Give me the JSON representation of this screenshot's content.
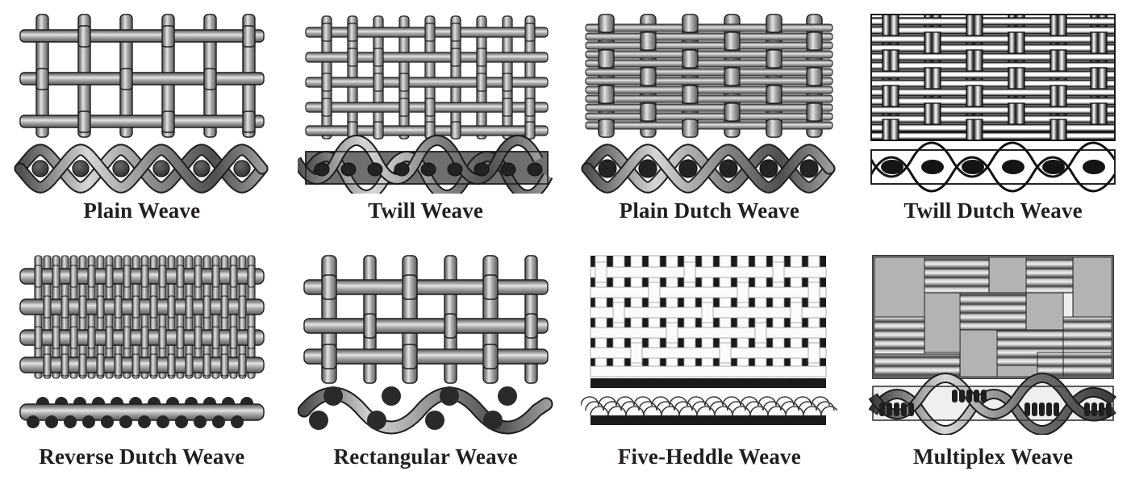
{
  "figure": {
    "kind": "wire-mesh-weave-type-chart",
    "columns": 4,
    "rows": 2,
    "background_color": "#ffffff",
    "caption_color": "#231f20",
    "wire_light_color": "#e9e9e9",
    "wire_mid_color": "#9a9a9a",
    "wire_dark_color": "#4a4a4a",
    "outline_color": "#1a1a1a",
    "knuckle_color": "#2b2b2b"
  },
  "panels": [
    {
      "id": "plain-weave",
      "label": "Plain Weave",
      "row": 1,
      "column": 1,
      "mesh": {
        "style": "shaded-round-wire",
        "warp_count": 6,
        "weft_count": 3,
        "pattern": "over-1-under-1",
        "warp_thick": true,
        "weft_thick": true
      },
      "cross_section": {
        "style": "double-sine-crossing",
        "crossings": 6,
        "knuckles": 6
      }
    },
    {
      "id": "twill-weave",
      "label": "Twill Weave",
      "row": 1,
      "column": 2,
      "mesh": {
        "style": "shaded-round-wire",
        "warp_count": 9,
        "weft_count": 5,
        "pattern": "over-2-under-2-diagonal",
        "warp_thick": false,
        "weft_thick": false
      },
      "cross_section": {
        "style": "twill-braid",
        "crossings": 9,
        "knuckles": 9
      }
    },
    {
      "id": "plain-dutch-weave",
      "label": "Plain Dutch Weave",
      "row": 1,
      "column": 3,
      "mesh": {
        "style": "shaded-round-wire",
        "warp_count": 6,
        "weft_count": 13,
        "pattern": "dense-weft-over-1-under-1",
        "warp_thick": true,
        "weft_thick": false
      },
      "cross_section": {
        "style": "double-sine-crossing",
        "crossings": 6,
        "knuckles": 6
      }
    },
    {
      "id": "twill-dutch-weave",
      "label": "Twill Dutch Weave",
      "row": 1,
      "column": 4,
      "mesh": {
        "style": "line-art-high-contrast",
        "warp_count": 6,
        "weft_count": 14,
        "pattern": "twill-dense-weft",
        "warp_thick": true,
        "weft_thick": false
      },
      "cross_section": {
        "style": "line-art-braid",
        "crossings": 6,
        "knuckles": 6
      }
    },
    {
      "id": "reverse-dutch-weave",
      "label": "Reverse Dutch Weave",
      "row": 2,
      "column": 1,
      "mesh": {
        "style": "shaded-round-wire",
        "warp_count": 25,
        "weft_count": 4,
        "pattern": "dense-warp-over-1-under-1",
        "warp_thick": false,
        "weft_thick": true
      },
      "cross_section": {
        "style": "straight-bar-with-beads",
        "crossings": 1,
        "knuckles": 36
      }
    },
    {
      "id": "rectangular-weave",
      "label": "Rectangular Weave",
      "row": 2,
      "column": 2,
      "mesh": {
        "style": "shaded-round-wire",
        "warp_count": 6,
        "weft_count": 3,
        "pattern": "over-1-under-1-rectangular-opening",
        "warp_thick": true,
        "weft_thick": true
      },
      "cross_section": {
        "style": "single-wave-with-beads",
        "crossings": 3,
        "knuckles": 6
      }
    },
    {
      "id": "five-heddle-weave",
      "label": "Five-Heddle Weave",
      "row": 2,
      "column": 3,
      "mesh": {
        "style": "inverted-line-art",
        "warp_count": 14,
        "weft_count": 12,
        "pattern": "five-shed-satin",
        "warp_thick": false,
        "weft_thick": false
      },
      "cross_section": {
        "style": "looped-chain-on-black",
        "crossings": 14,
        "knuckles": 14
      }
    },
    {
      "id": "multiplex-weave",
      "label": "Multiplex Weave",
      "row": 2,
      "column": 4,
      "mesh": {
        "style": "basket-multi-strand",
        "warp_count": 4,
        "weft_count": 4,
        "pattern": "multi-strand-basket",
        "warp_thick": false,
        "weft_thick": false
      },
      "cross_section": {
        "style": "multi-strand-braid",
        "crossings": 4,
        "knuckles": 24
      }
    }
  ]
}
